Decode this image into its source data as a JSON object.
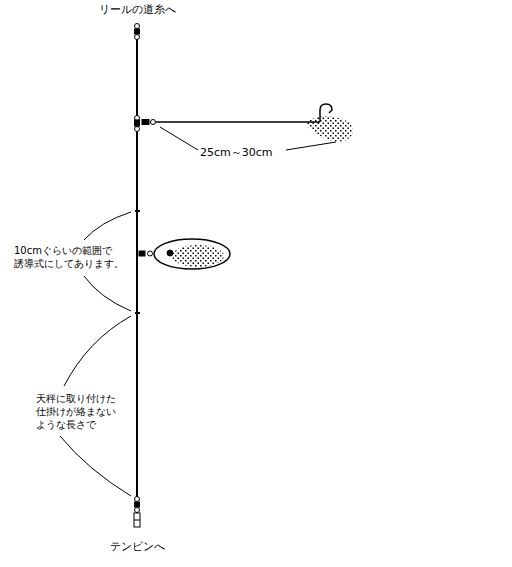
{
  "diagram": {
    "labels": [
      "リールの道糸へ",
      "25cm～30cm",
      "10cmぐらいの範囲で 誘導式にしてあります。",
      "天秤に取り付けた 仕掛けが絡まない ような長さで",
      "テンビンへ"
    ]
  }
}
